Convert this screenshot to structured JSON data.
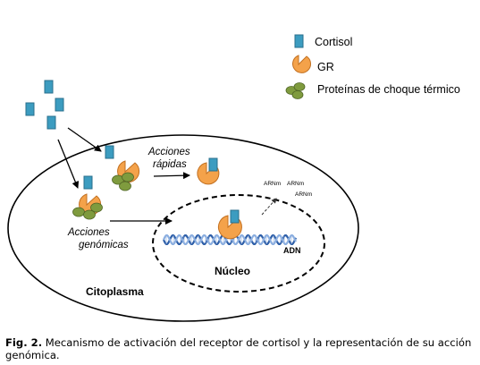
{
  "legend": {
    "cortisol": "Cortisol",
    "gr": "GR",
    "hsp": "Proteínas de choque térmico"
  },
  "labels": {
    "rapid_line1": "Acciones",
    "rapid_line2": "rápidas",
    "genomic_line1": "Acciones",
    "genomic_line2": "genómicas",
    "nucleus": "Núcleo",
    "cytoplasm": "Citoplasma",
    "dna": "ADN",
    "rna1": "ARNm",
    "rna2": "ARNm",
    "rna3": "ARNm"
  },
  "caption": {
    "prefix": "Fig. 2.",
    "text": " Mecanismo de activación del receptor de cortisol y la representación de su acción genómica."
  },
  "colors": {
    "cortisol": "#3c9cc0",
    "cortisol_stroke": "#2a6f8c",
    "gr": "#f4a24a",
    "gr_stroke": "#c27021",
    "hsp": "#7f9b3e",
    "hsp_stroke": "#4f6526",
    "dna_a": "#2d5ea8",
    "dna_b": "#8aaee0"
  }
}
